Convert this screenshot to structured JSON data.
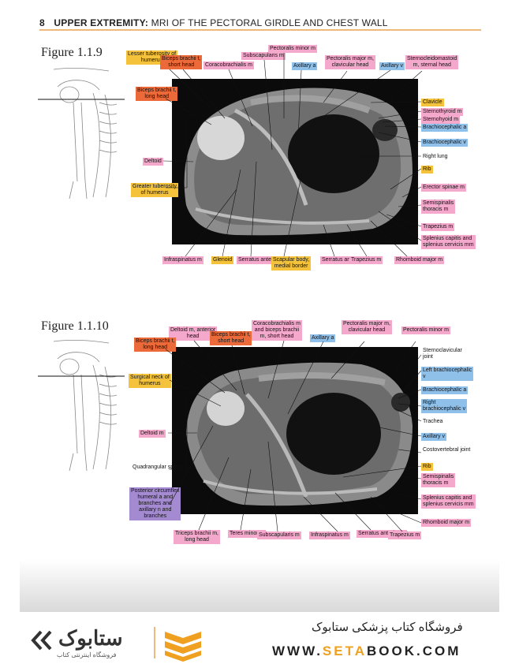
{
  "header": {
    "page_number": "8",
    "section": "UPPER EXTREMITY:",
    "subtitle": "MRI OF THE PECTORAL GIRDLE AND CHEST WALL"
  },
  "figure1": {
    "title": "Figure 1.1.9",
    "labels": {
      "lesser_tuberosity": "Lesser tuberosity of humerus",
      "biceps_short": "Biceps brachii t, short head",
      "coracobrachialis": "Coracobrachialis m",
      "subscapularis": "Subscapularis m",
      "pectoralis_minor": "Pectoralis minor m",
      "axillary_a": "Axillary a",
      "pectoralis_major": "Pectoralis major m, clavicular head",
      "axillary_v": "Axillary v",
      "sternocleidomastoid": "Sternocleidomastoid m, sternal head",
      "biceps_long": "Biceps brachii t, long head",
      "clavicle": "Clavicle",
      "sternothyroid": "Sternothyroid m",
      "sternohyoid": "Sternohyoid m",
      "brachiocephalic_a": "Brachiocephalic a",
      "brachiocephalic_v": "Brachiocephalic v",
      "right_lung": "Right lung",
      "deltoid": "Deltoid",
      "rib": "Rib",
      "erector_spinae": "Erector spinae m",
      "greater_tuberosity": "Greater tuberosity of humerus",
      "semispinalis": "Semispinalis thoracis m",
      "trapezius_r": "Trapezius m",
      "splenius": "Splenius capitis and splenius cervicis mm",
      "infraspinatus": "Infraspinatus m",
      "glenoid": "Glenoid",
      "serratus_anterior": "Serratus anterior m",
      "scapular_body": "Scapular body, medial border",
      "serratus_anterior2": "Serratus anterior m",
      "trapezius_b": "Trapezius m",
      "rhomboid": "Rhomboid major m"
    }
  },
  "figure2": {
    "title": "Figure 1.1.10",
    "labels": {
      "deltoid_anterior": "Deltoid m, anterior head",
      "biceps_short": "Biceps brachii t, short head",
      "coracobrachialis": "Coracobrachialis m and biceps brachii m, short head",
      "axillary_a": "Axillary a",
      "pectoralis_major": "Pectoralis major m, clavicular head",
      "pectoralis_minor": "Pectoralis minor m",
      "biceps_long": "Biceps brachii t, long head",
      "sternoclavicular": "Sternoclavicular joint",
      "left_brachiocephalic_v": "Left brachiocephalic v",
      "surgical_neck": "Surgical neck of humerus",
      "brachiocephalic_a": "Brachiocephalic a",
      "right_brachiocephalic_v": "Right brachiocephalic v",
      "trachea": "Trachea",
      "deltoid": "Deltoid m",
      "axillary_v": "Axillary v",
      "costovertebral": "Costovertebral joint",
      "quadrangular": "Quadrangular space",
      "rib": "Rib",
      "semispinalis": "Semispinalis thoracis m",
      "posterior_circumflex": "Posterior circumflex humeral a and branches and axillary n and branches",
      "splenius": "Splenius capitis and splenius cervicis mm",
      "rhomboid": "Rhomboid major m",
      "triceps": "Triceps brachii m, long head",
      "teres_minor": "Teres minor m",
      "subscapularis": "Subscapularis m",
      "infraspinatus": "Infraspinatus m",
      "serratus_anterior": "Serratus anterior m",
      "trapezius": "Trapezius m"
    }
  },
  "footer": {
    "logo_text": "ستابوک",
    "logo_sub": "فروشگاه اینترنتی کتاب",
    "store_name": "فروشگاه کتاب پزشکی ستابوک",
    "url_prefix": "WWW.",
    "url_accent": "SETA",
    "url_suffix": "BOOK.COM"
  },
  "colors": {
    "pink": "#f4a9cc",
    "yellow": "#f4c33b",
    "orange": "#ec6a3a",
    "blue": "#8fc0ea",
    "purple": "#a48ad0",
    "header_rule": "#f0b87a"
  }
}
